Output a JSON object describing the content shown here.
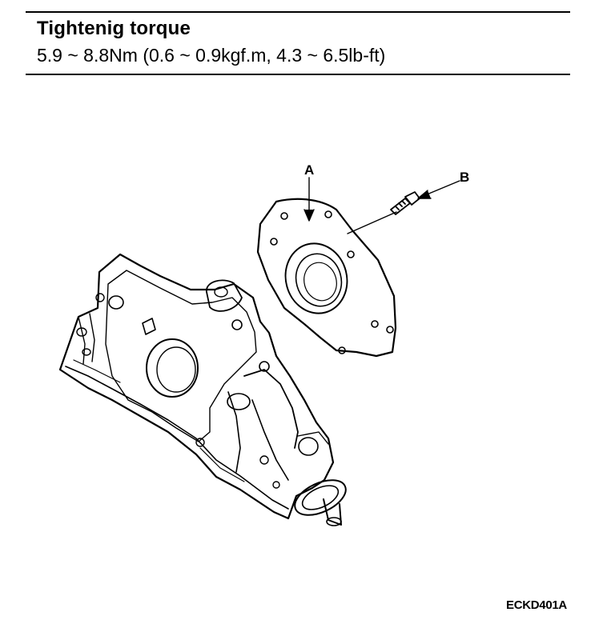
{
  "spec": {
    "title": "Tightenig torque",
    "value": "5.9 ~ 8.8Nm (0.6 ~ 0.9kgf.m, 4.3 ~ 6.5lb-ft)"
  },
  "callouts": {
    "a": "A",
    "b": "B"
  },
  "figure_code": "ECKD401A"
}
